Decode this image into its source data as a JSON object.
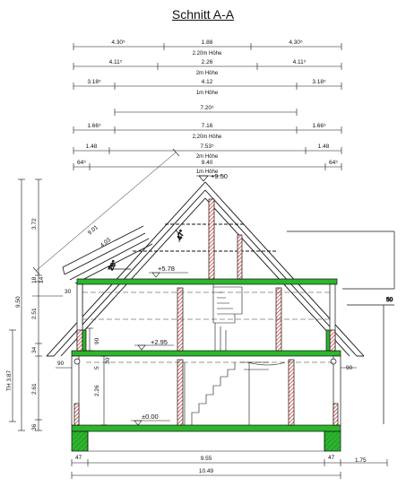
{
  "title": "Schnitt A-A",
  "top_dimensions": [
    {
      "values": [
        "4.30⁵",
        "1.88",
        "4.30⁵"
      ],
      "note": "2.20m Höhe"
    },
    {
      "values": [
        "4.11⁵",
        "2.26",
        "4.11⁵"
      ],
      "note": "2m Höhe"
    },
    {
      "values": [
        "3.18⁵",
        "4.12",
        "3.18⁵"
      ],
      "note": "1m Höhe"
    },
    {
      "values": [
        "7.20⁵"
      ],
      "note": ""
    },
    {
      "values": [
        "1.66⁵",
        "7.16",
        "1.66⁵"
      ],
      "note": "2,20m Höhe"
    },
    {
      "values": [
        "1.48",
        "7.53⁵",
        "1.48"
      ],
      "note": "2m Höhe"
    },
    {
      "values": [
        "64⁵",
        "9.40",
        "64⁵"
      ],
      "note": "1m Höhe"
    }
  ],
  "ridge_level": "+9.50",
  "attic_level": "+5.78",
  "upper_level": "+2.95",
  "ground_level": "±0.00",
  "roof_angle_main": "47°",
  "roof_angle_dormer": "20°",
  "rafter_lengths": [
    "9.01",
    "4.03"
  ],
  "left_dimensions": {
    "outer": [
      "3.72",
      "9.50"
    ],
    "middle": [
      "18",
      "14",
      "2.51",
      "34",
      "2.61",
      "36"
    ],
    "th": "TH 3.87",
    "inner": [
      "30",
      "90",
      "5",
      "30",
      "2.26"
    ]
  },
  "side_dims": {
    "left_90": "90",
    "right_90": "90",
    "right_50": "50"
  },
  "bottom_dimensions": {
    "left_47": "47",
    "inner": "9.55",
    "right_47": "47",
    "overhang": "1.75",
    "total": "10.49"
  },
  "colors": {
    "line": "#111111",
    "slab_fill": "#2db52d",
    "wall_hatch": "#cc2222",
    "dashed": "#333333"
  }
}
